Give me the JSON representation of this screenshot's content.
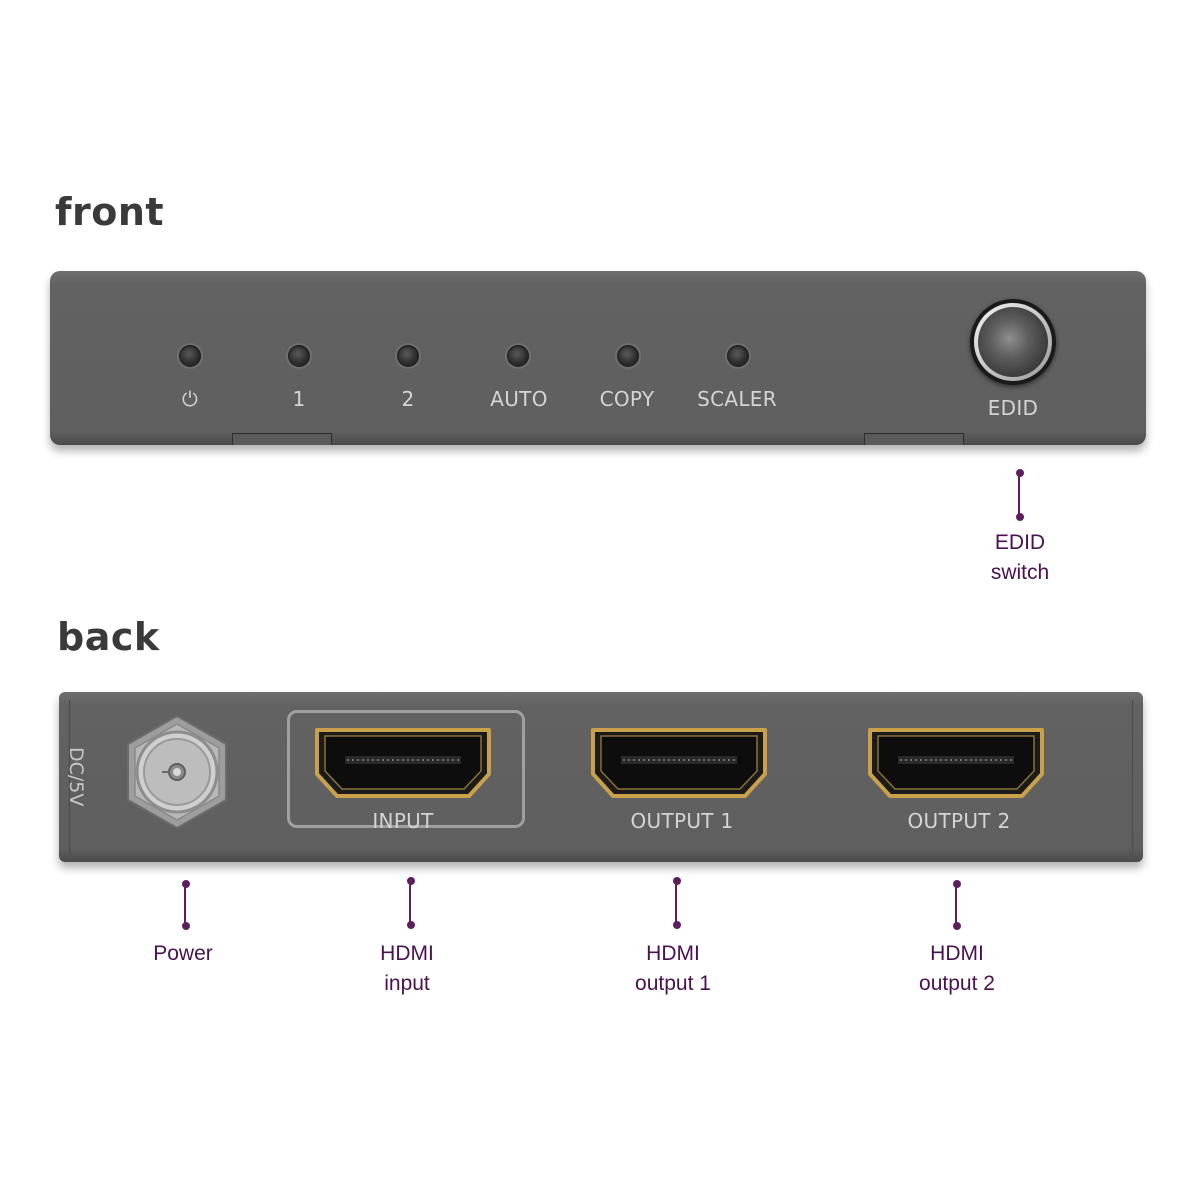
{
  "sections": {
    "front_title": "front",
    "back_title": "back"
  },
  "front_panel": {
    "indicators": [
      {
        "icon": "power-icon",
        "label": "⏻"
      },
      {
        "label": "1"
      },
      {
        "label": "2"
      },
      {
        "label": "AUTO"
      },
      {
        "label": "COPY"
      },
      {
        "label": "SCALER"
      }
    ],
    "edid_button_label": "EDID"
  },
  "back_panel": {
    "dc_label": "DC/5V",
    "ports": [
      {
        "label": "INPUT"
      },
      {
        "label": "OUTPUT 1"
      },
      {
        "label": "OUTPUT 2"
      }
    ]
  },
  "callouts": {
    "edid": {
      "line1": "EDID",
      "line2": "switch"
    },
    "power": {
      "line1": "Power"
    },
    "hdmi_input": {
      "line1": "HDMI",
      "line2": "input"
    },
    "hdmi_output_1": {
      "line1": "HDMI",
      "line2": "output 1"
    },
    "hdmi_output_2": {
      "line1": "HDMI",
      "line2": "output 2"
    }
  },
  "colors": {
    "panel": "#626262",
    "callout": "#5c1f5e",
    "panel_text": "#d4d4d4",
    "hdmi_gold": "#c9a14a"
  }
}
